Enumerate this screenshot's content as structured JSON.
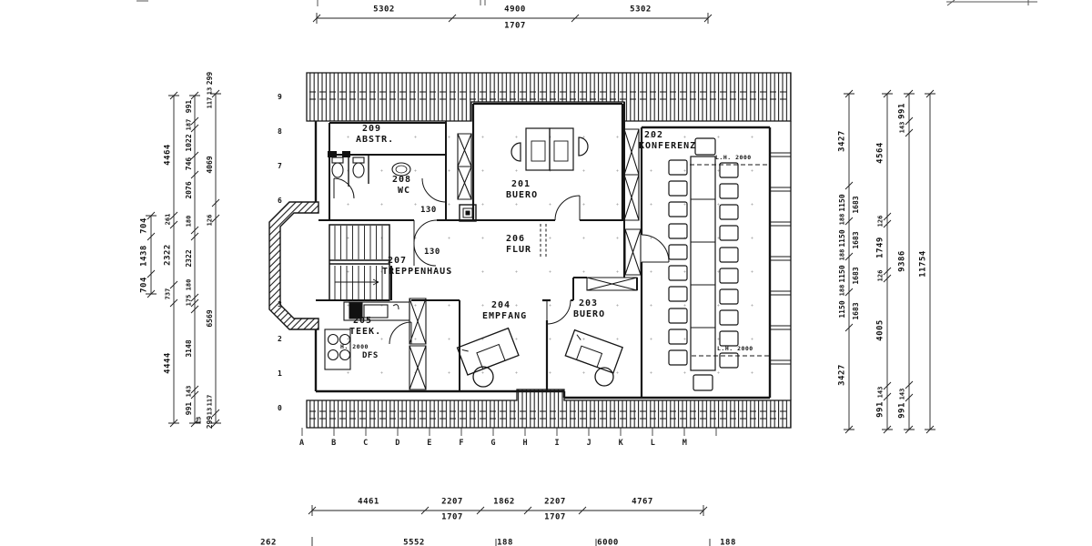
{
  "rooms": [
    {
      "number": "201",
      "name": "BUERO"
    },
    {
      "number": "202",
      "name": "KONFERENZ"
    },
    {
      "number": "203",
      "name": "BUERO"
    },
    {
      "number": "204",
      "name": "EMPFANG"
    },
    {
      "number": "205",
      "name": "TEEK."
    },
    {
      "number": "206",
      "name": "FLUR"
    },
    {
      "number": "207",
      "name": "TREPPENHAUS"
    },
    {
      "number": "208",
      "name": "WC"
    },
    {
      "number": "209",
      "name": "ABSTR."
    }
  ],
  "annotations": {
    "door_130_a": "130",
    "door_130_b": "130",
    "lh_top": "L.H. 2000",
    "lh_bottom": "L.H. 2000",
    "h_note": "H. 2000",
    "dfs": "DFS"
  },
  "dims": {
    "top": [
      "5302",
      "4900",
      "5302"
    ],
    "top_sub": "1707",
    "bottom": [
      "4461",
      "2207",
      "1862",
      "2207",
      "4767"
    ],
    "bottom_subs": [
      "1707",
      "1707"
    ],
    "bottom_edge": [
      "262",
      "5552",
      "188",
      "6000",
      "188"
    ],
    "la": [
      "704",
      "1438",
      "704"
    ],
    "lb": [
      "4464",
      "261",
      "2322",
      "737",
      "4444"
    ],
    "lc": [
      "991",
      "187",
      "1022",
      "746",
      "2076",
      "180",
      "2322",
      "180",
      "175",
      "3148",
      "143",
      "991",
      "13"
    ],
    "ld": [
      "299",
      "13",
      "117",
      "4069",
      "126",
      "6569",
      "117",
      "13",
      "299"
    ],
    "ra": [
      "3427",
      "1150",
      "188",
      "1150",
      "188",
      "1150",
      "188",
      "1150",
      "3427"
    ],
    "rai": [
      "1683",
      "1683",
      "1683",
      "1683"
    ],
    "rb": [
      "4564",
      "126",
      "1749",
      "126",
      "4005",
      "143",
      "991"
    ],
    "rc": [
      "991",
      "143",
      "9386",
      "143",
      "991"
    ],
    "rd": "11754"
  },
  "grid": {
    "letters": [
      "A",
      "B",
      "C",
      "D",
      "E",
      "F",
      "G",
      "H",
      "I",
      "J",
      "K",
      "L",
      "M"
    ],
    "numbers": [
      "9",
      "8",
      "7",
      "6",
      "3",
      "2",
      "1",
      "0"
    ]
  }
}
